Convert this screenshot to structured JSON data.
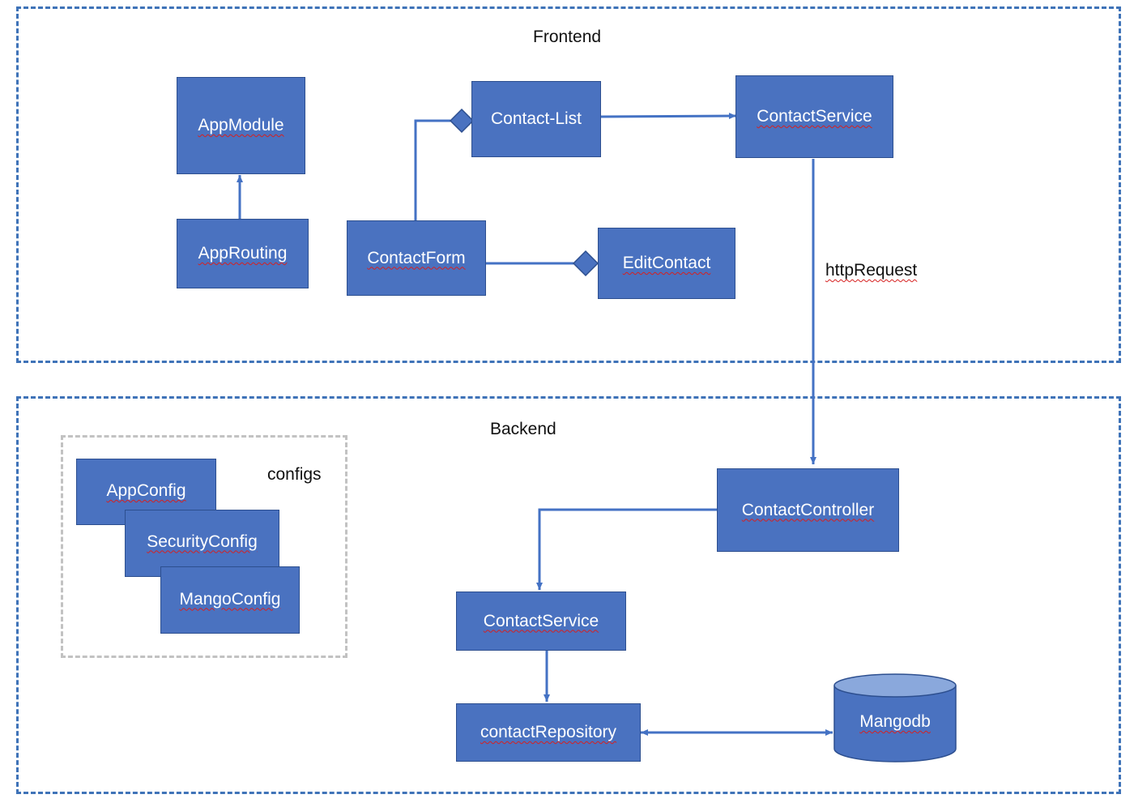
{
  "colors": {
    "box_fill": "#4a72c0",
    "box_border": "#2d4f8f",
    "region_border": "#3f73b8",
    "config_border": "#c2c2c2",
    "connector": "#4472c4",
    "spell_underline": "#d62020"
  },
  "frontend": {
    "label": "Frontend",
    "nodes": {
      "app_module": "AppModule",
      "app_routing": "AppRouting",
      "contact_list": "Contact-List",
      "contact_service": "ContactService",
      "contact_form": "ContactForm",
      "edit_contact": "EditContact"
    }
  },
  "edge_label": "httpRequest",
  "backend": {
    "label": "Backend",
    "configs_label": "configs",
    "nodes": {
      "app_config": "AppConfig",
      "security_config": "SecurityConfig",
      "mango_config": "MangoConfig",
      "contact_controller": "ContactController",
      "contact_service": "ContactService",
      "contact_repository": "contactRepository",
      "mangodb": "Mangodb"
    }
  }
}
